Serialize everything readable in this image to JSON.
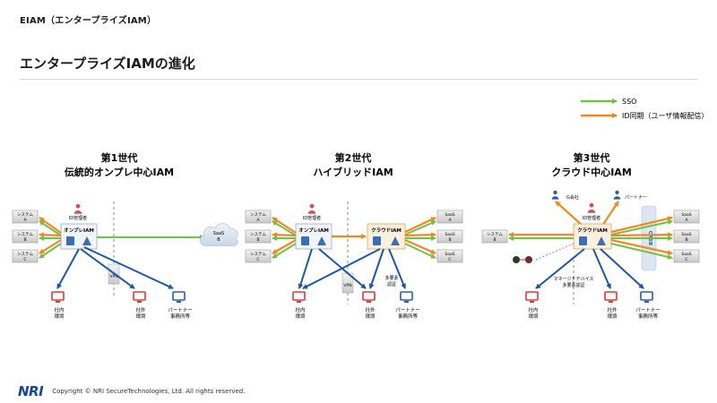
{
  "header": {
    "breadcrumb": "EIAM（エンタープライズIAM）",
    "title": "エンタープライズIAMの進化"
  },
  "legend": [
    {
      "label": "SSO",
      "color": "#72c046"
    },
    {
      "label": "ID同期（ユーザ情報配信）",
      "color": "#f0891f"
    }
  ],
  "colors": {
    "sso": "#72c046",
    "sync": "#f0891f",
    "access": "#1d56a6",
    "system_box": "#dadada",
    "cloud": "#dce6f1"
  },
  "generations": [
    {
      "title1": "第1世代",
      "title2": "伝統的オンプレ中心IAM",
      "systems": [
        {
          "name": "システム",
          "letter": "A"
        },
        {
          "name": "システム",
          "letter": "B"
        },
        {
          "name": "システム",
          "letter": "C"
        }
      ],
      "admin_label": "ID管理者",
      "onprem_label": "オンプレIAM",
      "saas": [
        {
          "name": "SaaS",
          "letter": "B"
        }
      ],
      "vpn_label": "VPN",
      "clients": [
        {
          "line1": "社内",
          "line2": "環境"
        },
        {
          "line1": "社外",
          "line2": "環境"
        },
        {
          "line1": "パートナー",
          "line2": "事務所等"
        }
      ]
    },
    {
      "title1": "第2世代",
      "title2": "ハイブリッドIAM",
      "systems": [
        {
          "name": "システム",
          "letter": "A"
        },
        {
          "name": "システム",
          "letter": "B"
        },
        {
          "name": "システム",
          "letter": "C"
        }
      ],
      "admin_label": "ID管理者",
      "onprem_label": "オンプレIAM",
      "cloud_label": "クラウドIAM",
      "saas": [
        {
          "name": "SaaS",
          "letter": "A"
        },
        {
          "name": "SaaS",
          "letter": "B"
        },
        {
          "name": "SaaS",
          "letter": "C"
        }
      ],
      "vpn_label": "VPN",
      "mfa_label1": "多要素",
      "mfa_label2": "認証",
      "clients": [
        {
          "line1": "社内",
          "line2": "環境"
        },
        {
          "line1": "社外",
          "line2": "環境"
        },
        {
          "line1": "パートナー",
          "line2": "事務所等"
        }
      ]
    },
    {
      "title1": "第3世代",
      "title2": "クラウド中心IAM",
      "group_label": "G会社",
      "admin_label": "ID管理者",
      "partner_label": "パートナー",
      "cloud_label": "クラウドIAM",
      "casb_label": "CASB",
      "system": {
        "name": "システム",
        "letter": "B"
      },
      "saas": [
        {
          "name": "SaaS",
          "letter": "A"
        },
        {
          "name": "SaaS",
          "letter": "B"
        },
        {
          "name": "SaaS",
          "letter": "C"
        }
      ],
      "managed_label1": "マネージドデバイス",
      "managed_label2": "多要素認証",
      "clients": [
        {
          "line1": "社内",
          "line2": "環境"
        },
        {
          "line1": "社外",
          "line2": "環境"
        },
        {
          "line1": "パートナー",
          "line2": "事務所等"
        }
      ]
    }
  ],
  "footer": {
    "logo": "NRI",
    "copyright": "Copyright © NRI SecureTechnologies, Ltd. All rights reserved."
  }
}
